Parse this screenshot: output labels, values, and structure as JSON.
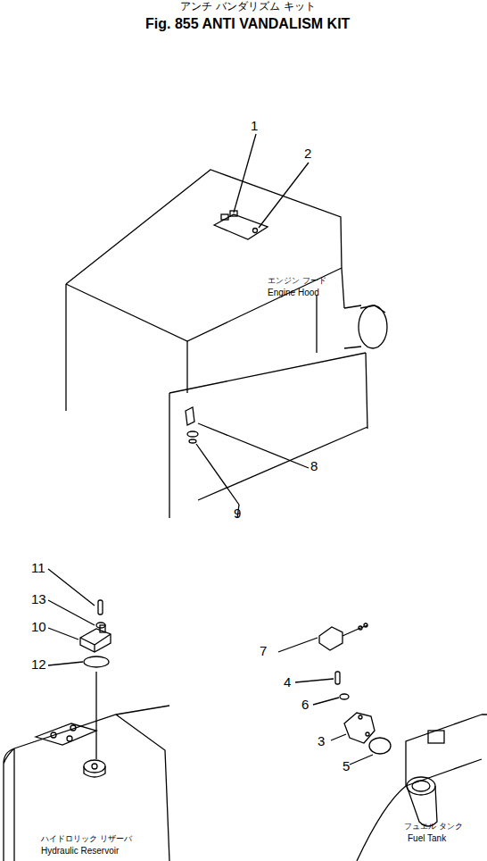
{
  "diagram": {
    "title": "Fig. 855 ANTI VANDALISM KIT",
    "labels": [
      "アンチ バンダリズム キット",
      "1",
      "2",
      "エンジン フード",
      "Engine Hood",
      "8",
      "9",
      "11",
      "13",
      "10",
      "12",
      "7",
      "4",
      "6",
      "3",
      "5",
      "ハイドロリック リザーバ",
      "Hydraulic Reservoir",
      "フュエル タンク",
      "Fuel Tank"
    ]
  }
}
